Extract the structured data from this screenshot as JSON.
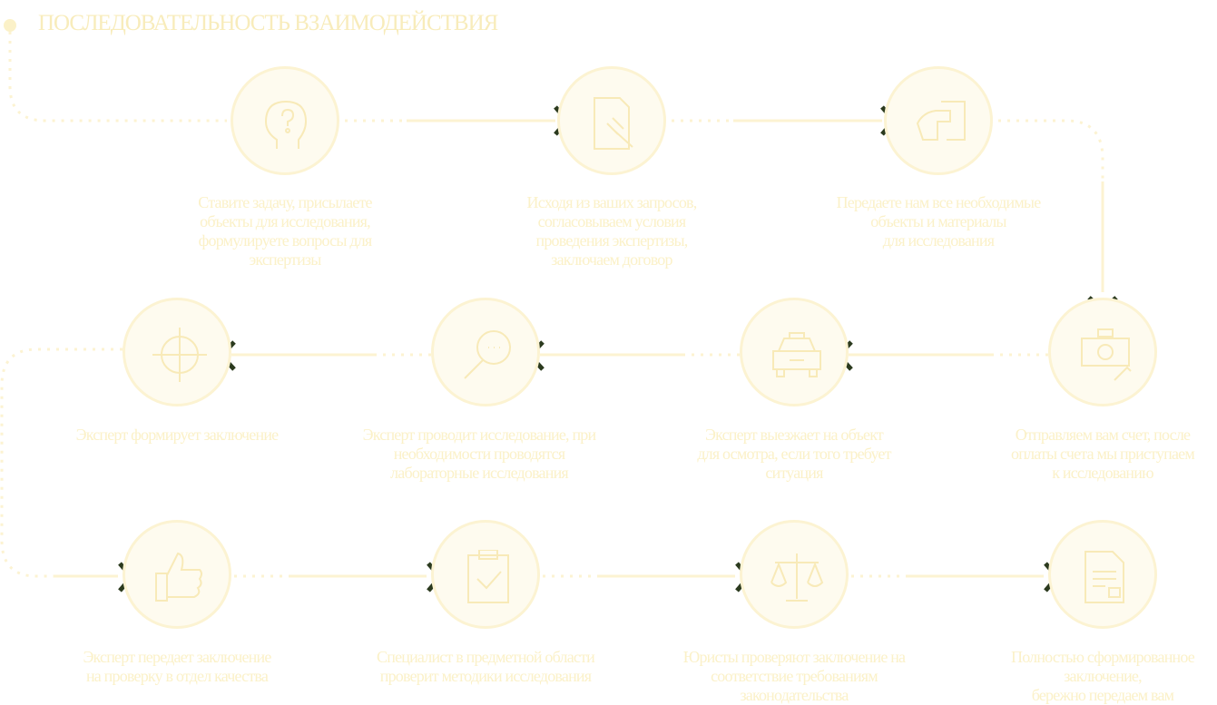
{
  "title": "ПОСЛЕДОВАТЕЛЬНОСТЬ ВЗАИМОДЕЙСТВИЯ",
  "colors": {
    "accent": "#fcf3d2",
    "chevron": "#2b3a1e",
    "text": "#fbf1c8"
  },
  "steps": [
    {
      "icon": "head-question-icon",
      "lines": [
        "Ставите задачу, присылаете",
        "объекты для исследования,",
        "формулируете вопросы для",
        "экспертизы"
      ]
    },
    {
      "icon": "document-gavel-icon",
      "lines": [
        "Исходя из ваших запросов,",
        "согласовываем условия",
        "проведения экспертизы,",
        "заключаем договор"
      ]
    },
    {
      "icon": "hand-document-icon",
      "lines": [
        "Передаете нам все необходимые",
        "объекты и материалы",
        "для исследования"
      ]
    },
    {
      "icon": "money-hand-icon",
      "lines": [
        "Отправляем вам счет, после",
        "оплаты счета мы приступаем",
        "к исследованию"
      ]
    },
    {
      "icon": "car-icon",
      "lines": [
        "Эксперт выезжает на объект",
        "для осмотра, если того требует",
        "ситуация"
      ]
    },
    {
      "icon": "magnifier-icon",
      "lines": [
        "Эксперт проводит исследование, при",
        "необходимости проводятся",
        "лабораторные исследования"
      ]
    },
    {
      "icon": "crosshair-icon",
      "lines": [
        "Эксперт формирует заключение"
      ]
    },
    {
      "icon": "thumbs-up-icon",
      "lines": [
        "Эксперт передает заключение",
        "на проверку в отдел качества"
      ]
    },
    {
      "icon": "clipboard-check-icon",
      "lines": [
        "Специалист в предметной области",
        "проверит методики исследования"
      ]
    },
    {
      "icon": "scales-icon",
      "lines": [
        "Юристы проверяют заключение на",
        "соответствие требованиям",
        "законодательства"
      ]
    },
    {
      "icon": "document-approved-icon",
      "lines": [
        "Полностью сформированное",
        "заключение,",
        "бережно передаем вам"
      ]
    }
  ]
}
